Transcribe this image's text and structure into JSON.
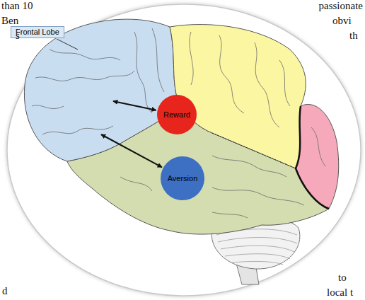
{
  "diagram": {
    "nodes": [
      {
        "text": [
          "Frontal Lobe"
        ]
      },
      {
        "text": [
          "Reward"
        ]
      },
      {
        "text": [
          "Aversion"
        ]
      }
    ],
    "edges": [
      {
        "from": 0,
        "to": 1,
        "arrow": "both"
      },
      {
        "from": 0,
        "to": 2,
        "arrow": "both"
      }
    ],
    "labels": [
      "than 10",
      "Ben",
      "s",
      "passionate",
      "obvi",
      "th",
      "d",
      "to",
      "local t"
    ]
  }
}
